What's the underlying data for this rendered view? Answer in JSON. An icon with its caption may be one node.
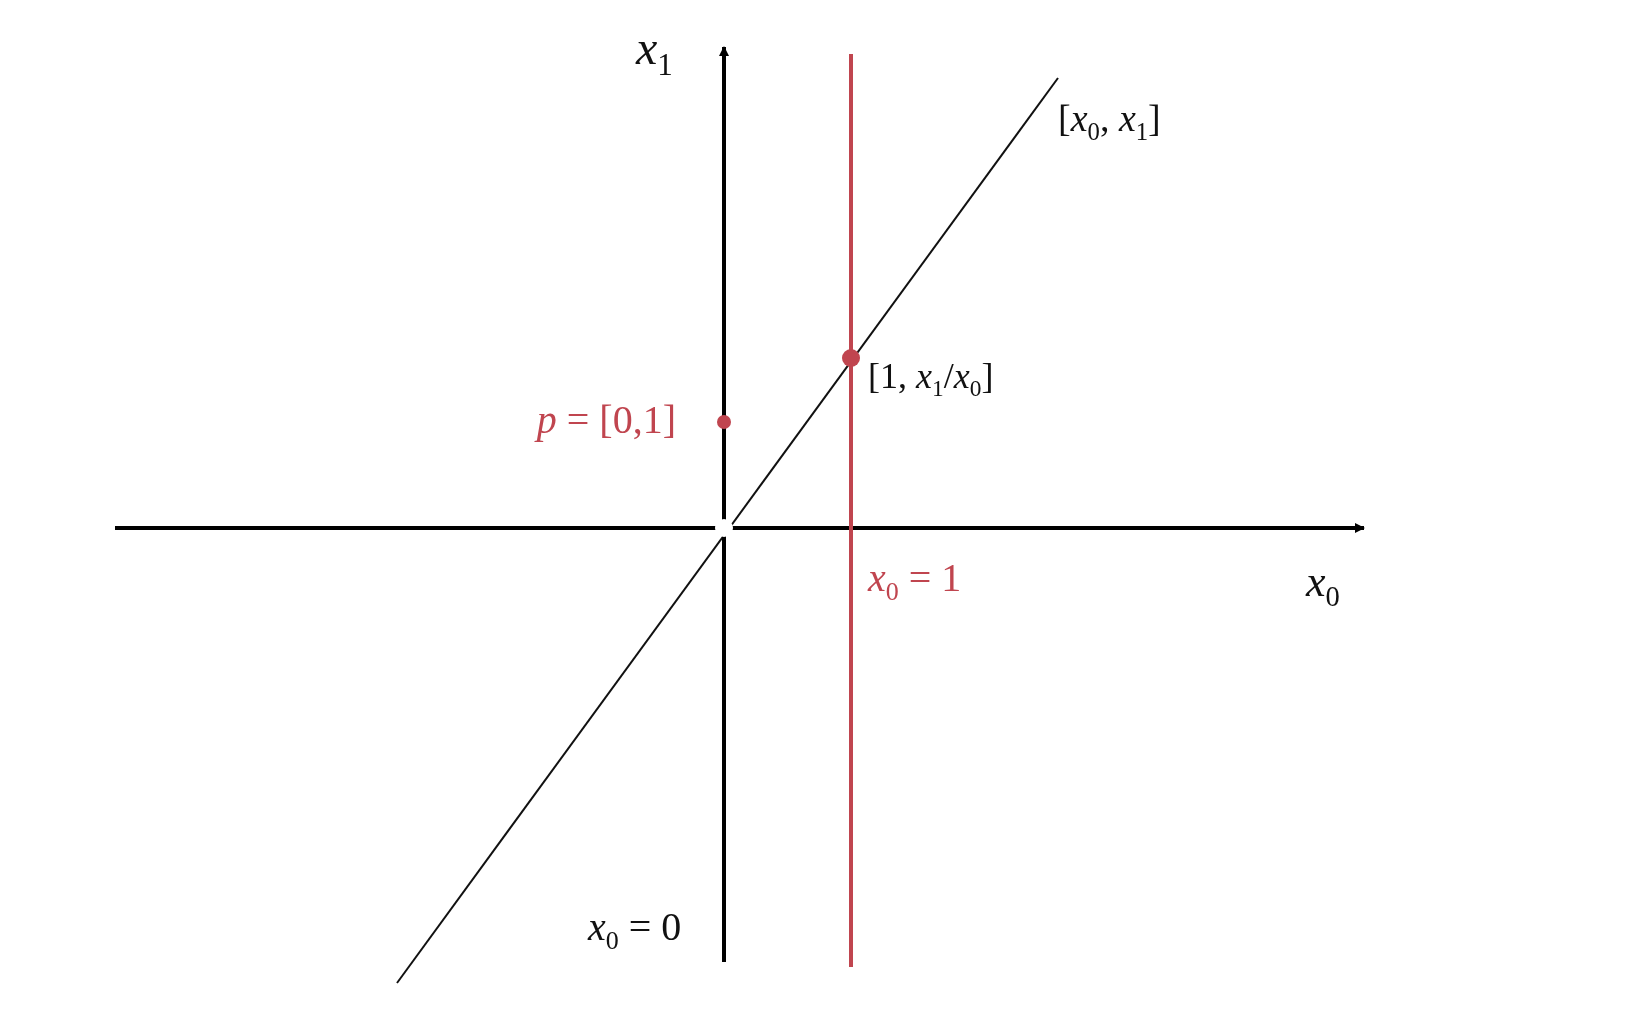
{
  "diagram": {
    "labels": [
      "*x*$_{1}$",
      "[*x*$_{0}$, *x*$_{1}$]",
      "[1, *x*$_{1}$/*x*$_{0}$]",
      "*p* = [0,1]",
      "*x*$_{0}$",
      "*x*$_{0}$ = 1",
      "*x*$_{0}$ = 0"
    ]
  }
}
